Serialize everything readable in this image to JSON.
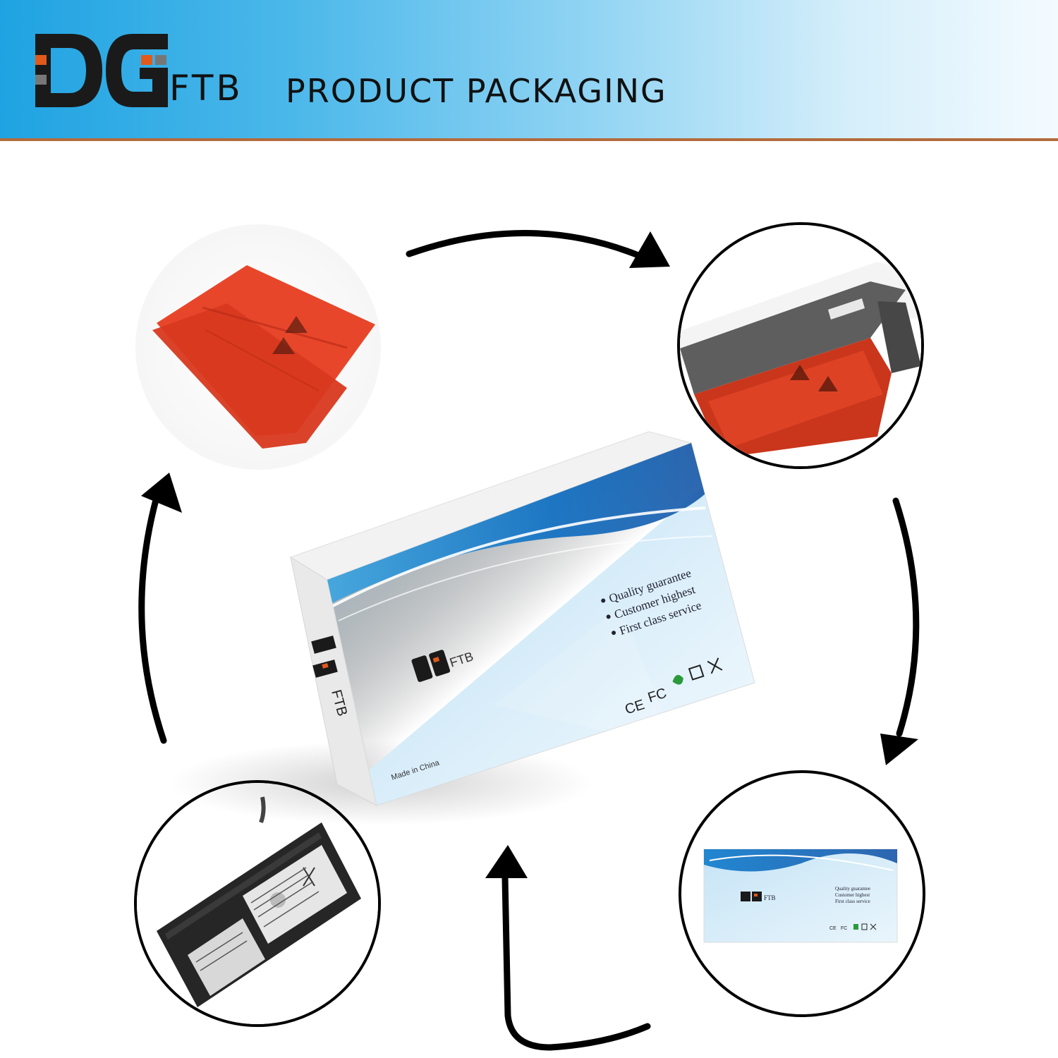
{
  "header": {
    "brand_text": "FTB",
    "title": "PRODUCT PACKAGING"
  },
  "box": {
    "brand_text": "FTB",
    "features": [
      "Quality guarantee",
      "Customer highest",
      "First class service"
    ],
    "certs": [
      "CE",
      "FC"
    ],
    "made_in": "Made in China"
  },
  "colors": {
    "accent_blue": "#1fa3e2",
    "logo_orange": "#e05a1c",
    "logo_dark": "#1a1a1a",
    "divider": "#b36b3c",
    "antistatic_bag": "#e8462a"
  },
  "steps": [
    {
      "name": "battery"
    },
    {
      "name": "antistatic-bag"
    },
    {
      "name": "foam-box-with-bag"
    },
    {
      "name": "retail-box"
    }
  ]
}
